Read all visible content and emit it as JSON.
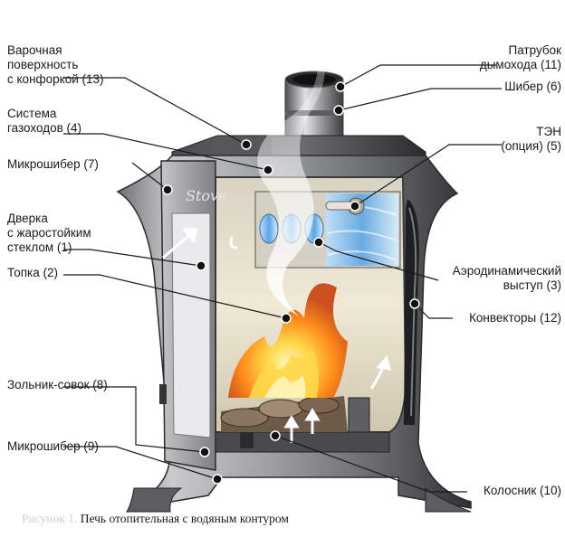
{
  "labels_left": [
    {
      "id": "cooktop",
      "lines": [
        "Варочная",
        "поверхность",
        "с конфоркой (13)"
      ]
    },
    {
      "id": "gas-ducts",
      "lines": [
        "Система",
        "газоходов (4)"
      ]
    },
    {
      "id": "microdamper-7",
      "lines": [
        "Микрошибер (7)"
      ]
    },
    {
      "id": "door",
      "lines": [
        "Дверка",
        "с жаростойким",
        "стеклом (1)"
      ]
    },
    {
      "id": "firebox",
      "lines": [
        "Топка (2)"
      ]
    },
    {
      "id": "ash-pan",
      "lines": [
        "Зольник-совок (8)"
      ]
    },
    {
      "id": "microdamper-9",
      "lines": [
        "Микрошибер (9)"
      ]
    }
  ],
  "labels_right": [
    {
      "id": "chimney-pipe",
      "lines": [
        "Патрубок",
        "дымохода (11)"
      ]
    },
    {
      "id": "damper",
      "lines": [
        "Шибер (6)"
      ]
    },
    {
      "id": "heater",
      "lines": [
        "ТЭН",
        "(опция) (5)"
      ]
    },
    {
      "id": "aero-ledge",
      "lines": [
        "Аэродинамический",
        "выступ (3)"
      ]
    },
    {
      "id": "convectors",
      "lines": [
        "Конвекторы (12)"
      ]
    },
    {
      "id": "grate",
      "lines": [
        "Колосник (10)"
      ]
    }
  ],
  "caption": {
    "prefix": "Рисунок 1.",
    "text": "Печь отопительная с водяным контуром"
  },
  "brand_mark": "Stove",
  "colors": {
    "metal_dark": "#3a3b3d",
    "metal_mid": "#8e9093",
    "metal_light": "#d9dadc",
    "chamber": "#e8e3d2",
    "fire_orange": "#ff8c1a",
    "fire_yellow": "#ffd84a",
    "water_blue": "#5aa6e6",
    "leader_line": "#1a1a1a"
  }
}
